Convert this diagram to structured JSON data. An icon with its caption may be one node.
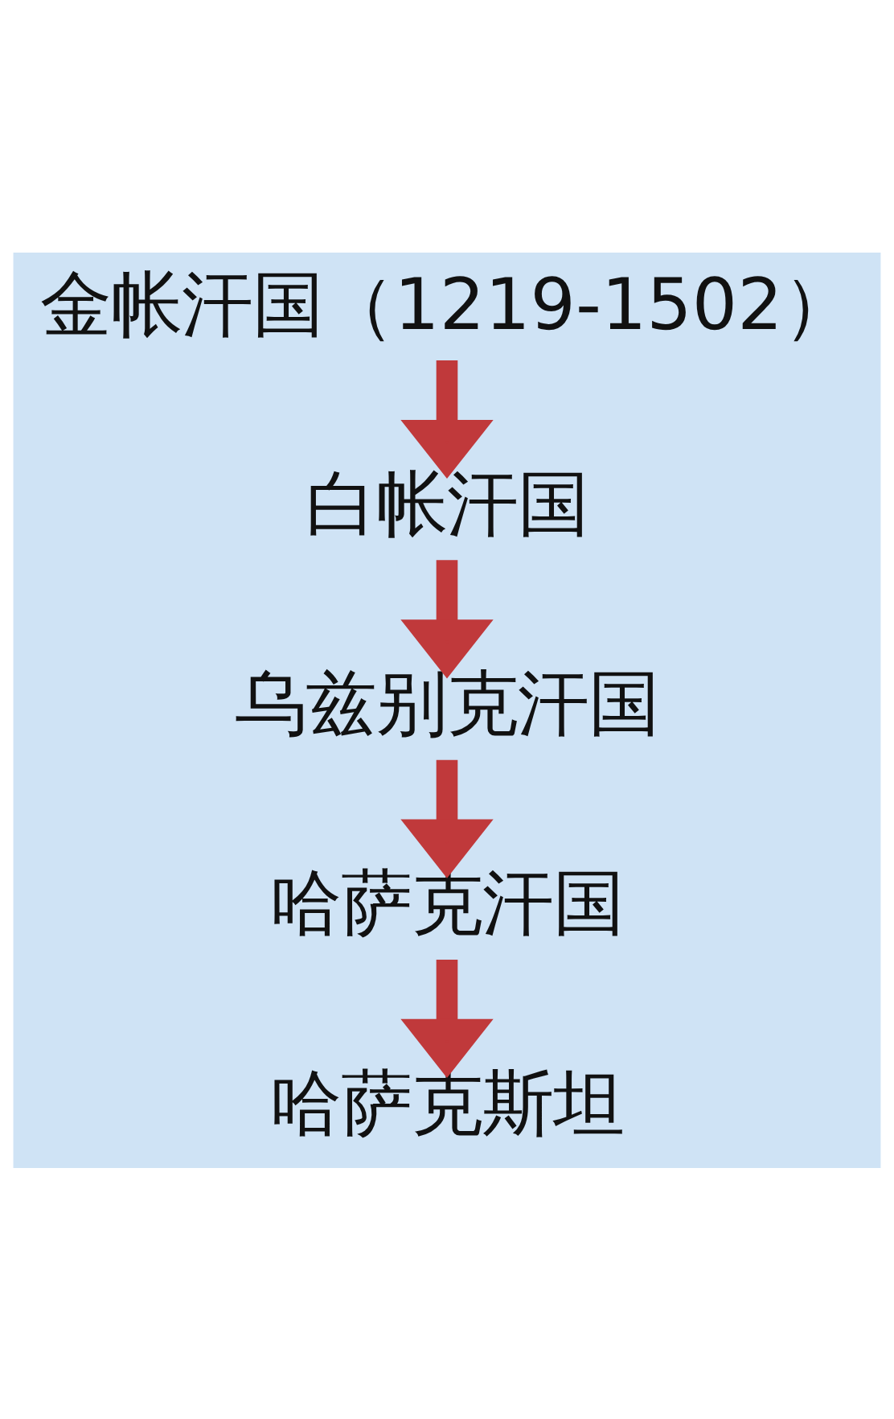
{
  "diagram": {
    "nodes": [
      {
        "text": [
          "金帐汗国（1219-1502）"
        ]
      },
      {
        "text": [
          "白帐汗国"
        ]
      },
      {
        "text": [
          "乌兹别克汗国"
        ]
      },
      {
        "text": [
          "哈萨克汗国"
        ]
      },
      {
        "text": [
          "哈萨克斯坦"
        ]
      }
    ],
    "edges": [
      {
        "from": 0,
        "to": 1,
        "arrow": "to"
      },
      {
        "from": 1,
        "to": 2,
        "arrow": "to"
      },
      {
        "from": 2,
        "to": 3,
        "arrow": "to"
      },
      {
        "from": 3,
        "to": 4,
        "arrow": "to"
      }
    ]
  }
}
